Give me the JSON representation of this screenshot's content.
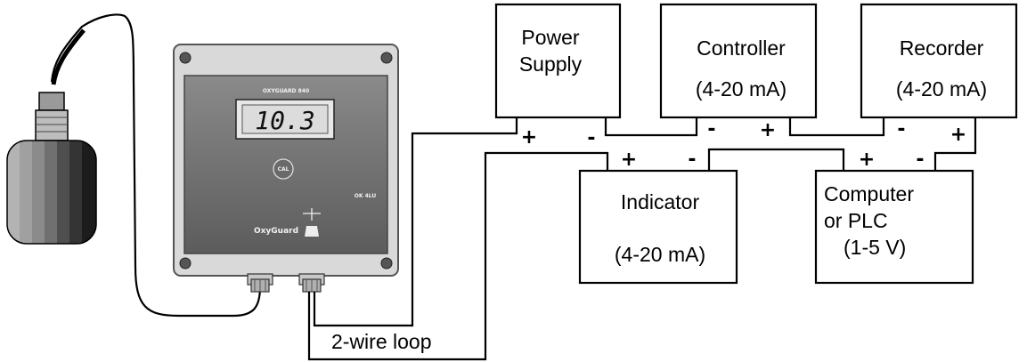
{
  "device": {
    "model": "OXYGUARD 840",
    "display_value": "10.3",
    "cal_button": "CAL",
    "side_label": "OK 4LU",
    "brand": "OxyGuard"
  },
  "boxes": {
    "power_supply": {
      "line1": "Power",
      "line2": "Supply"
    },
    "controller": {
      "line1": "Controller",
      "line2": "(4-20 mA)"
    },
    "recorder": {
      "line1": "Recorder",
      "line2": "(4-20 mA)"
    },
    "indicator": {
      "line1": "Indicator",
      "line2": "(4-20 mA)"
    },
    "computer": {
      "line1": "Computer",
      "line2": "or PLC",
      "line3": "(1-5 V)"
    }
  },
  "terminals": {
    "power_plus": "+",
    "power_minus": "-",
    "controller_minus": "-",
    "controller_plus": "+",
    "recorder_minus": "-",
    "recorder_plus": "+",
    "indicator_plus": "+",
    "indicator_minus": "-",
    "computer_plus": "+",
    "computer_minus": "-"
  },
  "loop_label": "2-wire loop"
}
